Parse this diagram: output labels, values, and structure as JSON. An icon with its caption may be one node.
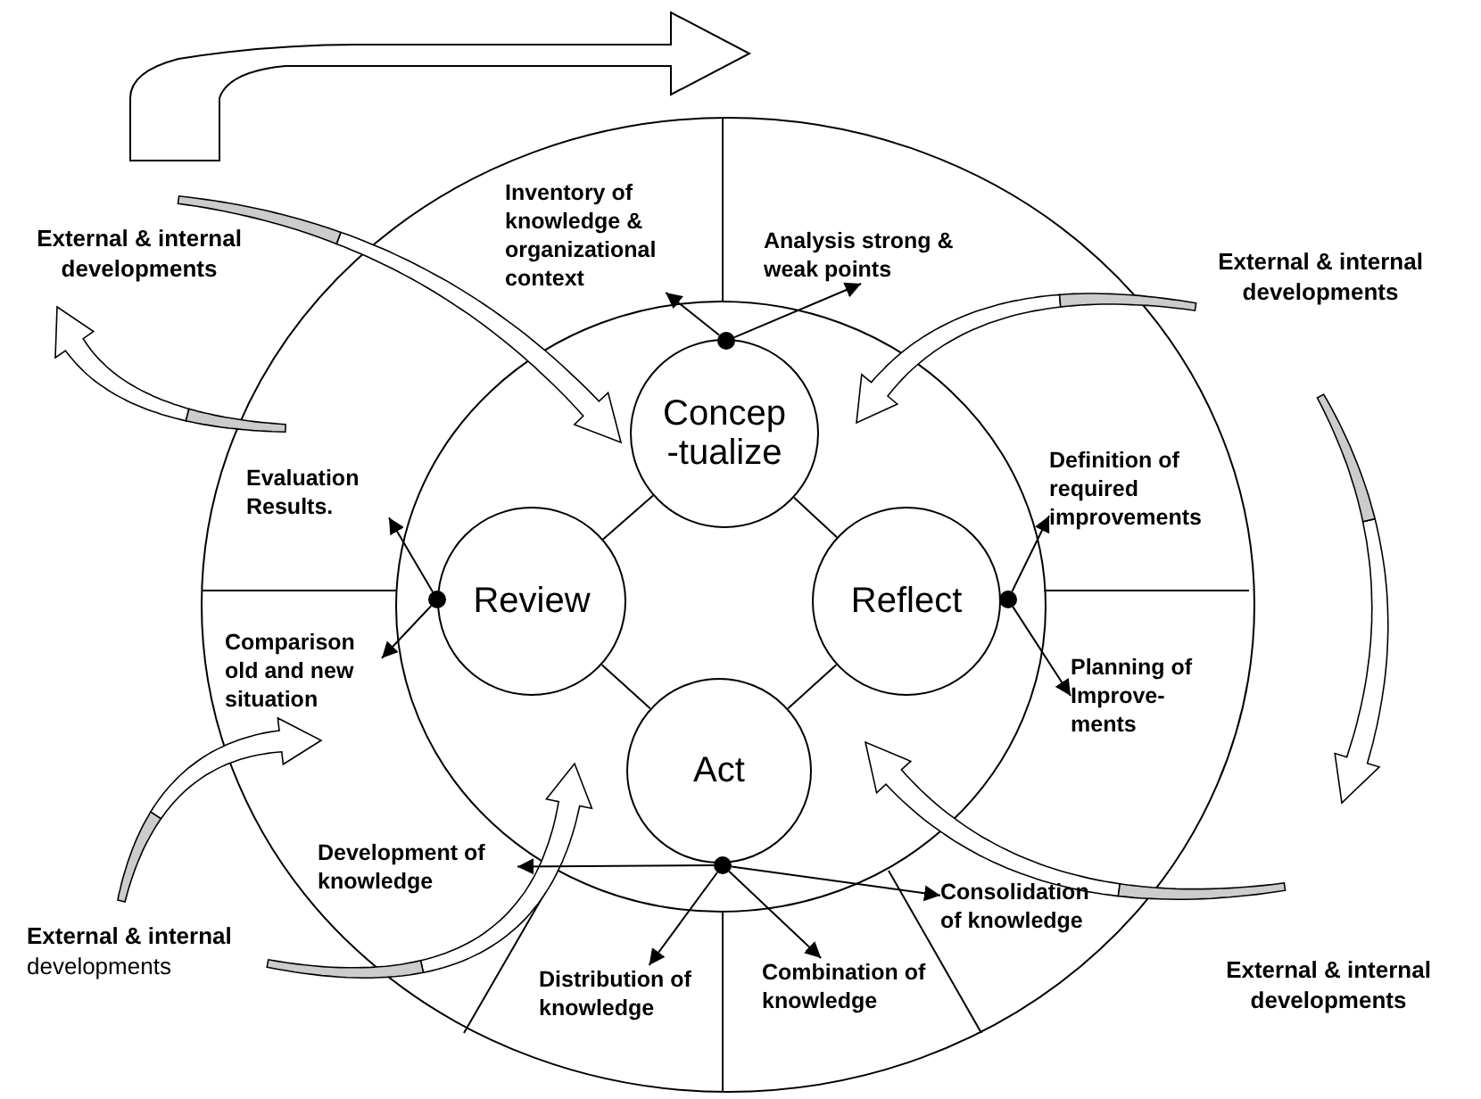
{
  "diagram": {
    "nodes": [
      {
        "text": [
          "Concep -tualize"
        ]
      },
      {
        "text": [
          "Review"
        ]
      },
      {
        "text": [
          "Reflect"
        ]
      },
      {
        "text": [
          "Act"
        ]
      },
      {
        "text": [],
        "shape": "circle"
      },
      {
        "text": [],
        "shape": "circle"
      },
      {
        "text": [],
        "shape": "circle"
      },
      {
        "text": [],
        "shape": "circle"
      },
      {
        "text": [
          "Inventory of knowledge & organizational context"
        ]
      },
      {
        "text": [
          "Analysis strong & weak points"
        ]
      },
      {
        "text": [
          "Evaluation Results."
        ]
      },
      {
        "text": [
          "Comparison old and new situation"
        ]
      },
      {
        "text": [
          "Definition of required improvements"
        ]
      },
      {
        "text": [
          "Planning of Improve- ments"
        ]
      },
      {
        "text": [
          "Development of knowledge"
        ]
      },
      {
        "text": [
          "Distribution of knowledge"
        ]
      },
      {
        "text": [
          "Combination of knowledge"
        ]
      },
      {
        "text": [
          "Consolidation of knowledge"
        ]
      }
    ],
    "edges": [
      {
        "from": 0,
        "to": 2,
        "arrow": "none"
      },
      {
        "from": 2,
        "to": 3,
        "arrow": "none"
      },
      {
        "from": 3,
        "to": 1,
        "arrow": "none"
      },
      {
        "from": 1,
        "to": 0,
        "arrow": "none"
      },
      {
        "from": 4,
        "to": 8,
        "arrow": "to"
      },
      {
        "from": 4,
        "to": 9,
        "arrow": "to"
      },
      {
        "from": 5,
        "to": 10,
        "arrow": "to"
      },
      {
        "from": 5,
        "to": 11,
        "arrow": "to"
      },
      {
        "from": 6,
        "to": 12,
        "arrow": "to"
      },
      {
        "from": 6,
        "to": 13,
        "arrow": "to"
      },
      {
        "from": 7,
        "to": 14,
        "arrow": "to"
      },
      {
        "from": 7,
        "to": 15,
        "arrow": "to"
      },
      {
        "from": 7,
        "to": 16,
        "arrow": "to"
      },
      {
        "from": 7,
        "to": 17,
        "arrow": "to"
      }
    ],
    "labels": [
      "External & internal developments",
      "External & internal developments",
      "**External & internal** developments",
      "External & internal developments"
    ]
  }
}
